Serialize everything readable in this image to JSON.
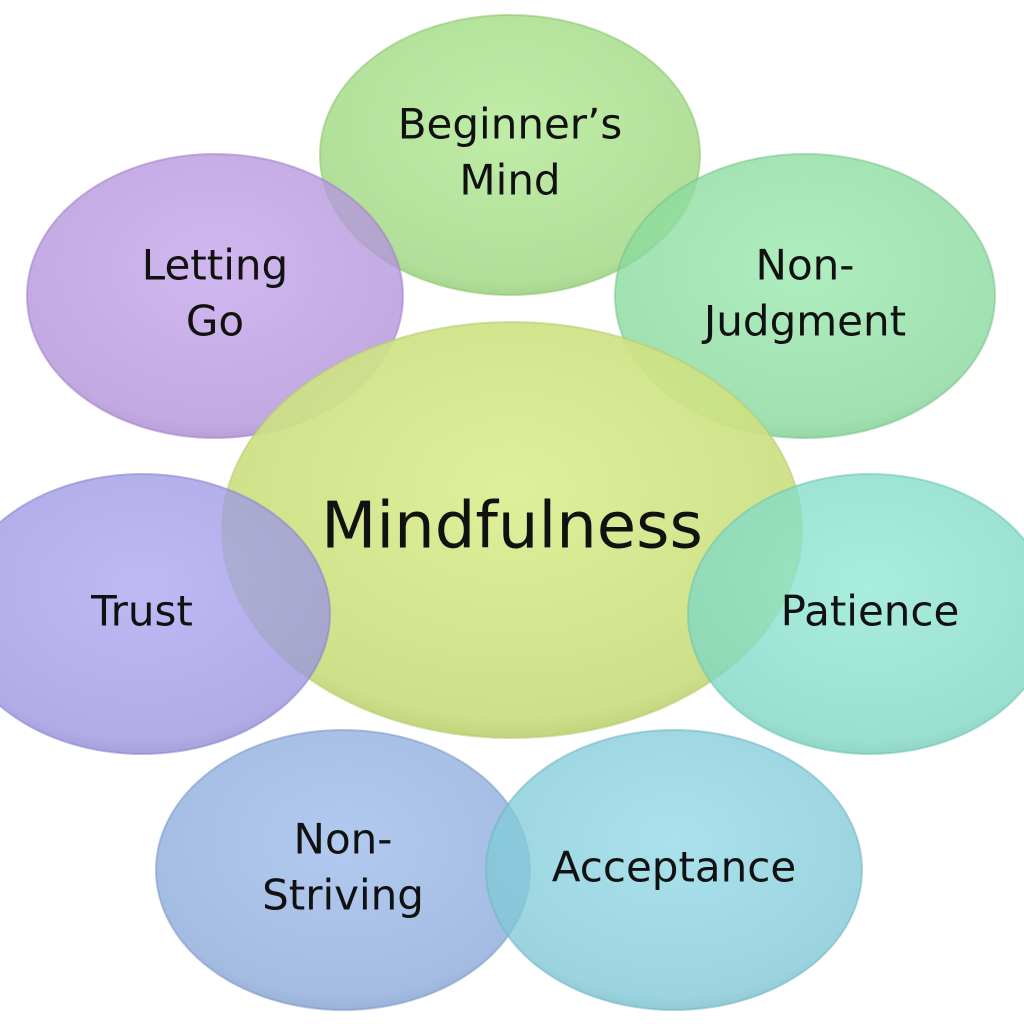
{
  "diagram": {
    "center": {
      "lines": [
        "Mindfulness"
      ],
      "color": "#c9dd7f"
    },
    "nodes": [
      {
        "id": "beginners-mind",
        "lines": [
          "Beginner’s",
          "Mind"
        ],
        "color": "#9bd67c"
      },
      {
        "id": "non-judgment",
        "lines": [
          "Non-",
          "Judgment"
        ],
        "color": "#86d79a"
      },
      {
        "id": "patience",
        "lines": [
          "Patience"
        ],
        "color": "#7ed6c2"
      },
      {
        "id": "acceptance",
        "lines": [
          "Acceptance"
        ],
        "color": "#7fc7d5"
      },
      {
        "id": "non-striving",
        "lines": [
          "Non-",
          "Striving"
        ],
        "color": "#8aa9d9"
      },
      {
        "id": "trust",
        "lines": [
          "Trust"
        ],
        "color": "#9a94df"
      },
      {
        "id": "letting-go",
        "lines": [
          "Letting",
          "Go"
        ],
        "color": "#b191d9"
      }
    ]
  }
}
